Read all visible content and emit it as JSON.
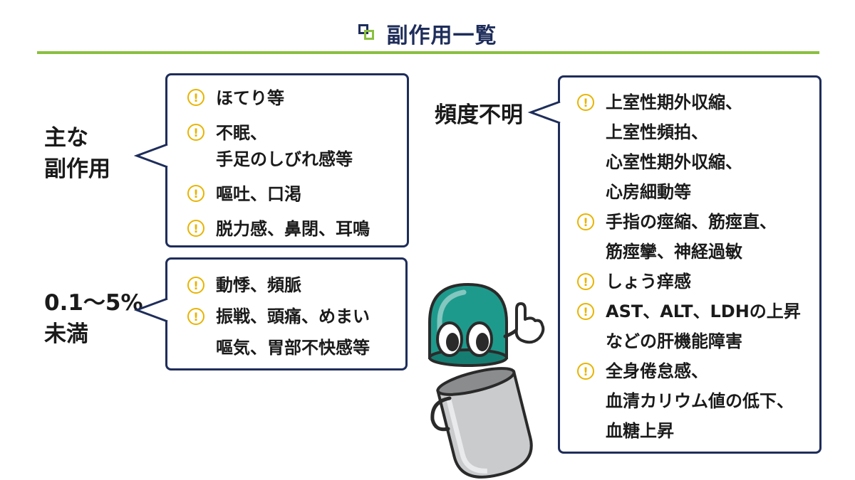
{
  "header": {
    "title": "副作用一覧"
  },
  "labels": {
    "main_line1": "主な",
    "main_line2": "副作用",
    "low_line1": "0.1〜5%",
    "low_line2": "未満",
    "unknown": "頻度不明"
  },
  "main_effects": [
    [
      "ほてり等"
    ],
    [
      "不眠、",
      "手足のしびれ感等"
    ],
    [
      "嘔吐、口渇"
    ],
    [
      "脱力感、鼻閉、耳鳴"
    ]
  ],
  "low_effects": [
    [
      "動悸、頻脈"
    ],
    [
      "振戦、頭痛、めまい",
      "嘔気、胃部不快感等"
    ]
  ],
  "unknown_effects": [
    [
      "上室性期外収縮、",
      "上室性頻拍、",
      "心室性期外収縮、",
      "心房細動等"
    ],
    [
      "手指の痙縮、筋痙直、",
      "筋痙攣、神経過敏"
    ],
    [
      "しょう痒感"
    ],
    [
      "AST、ALT、LDHの上昇",
      "などの肝機能障害"
    ],
    [
      "全身倦怠感、",
      "血清カリウム値の低下、",
      "血糖上昇"
    ]
  ],
  "icon_glyph": "!",
  "colors": {
    "navy": "#1e2d5a",
    "green": "#8ac040",
    "warning": "#e8b400",
    "teal": "#1e9a8c"
  }
}
